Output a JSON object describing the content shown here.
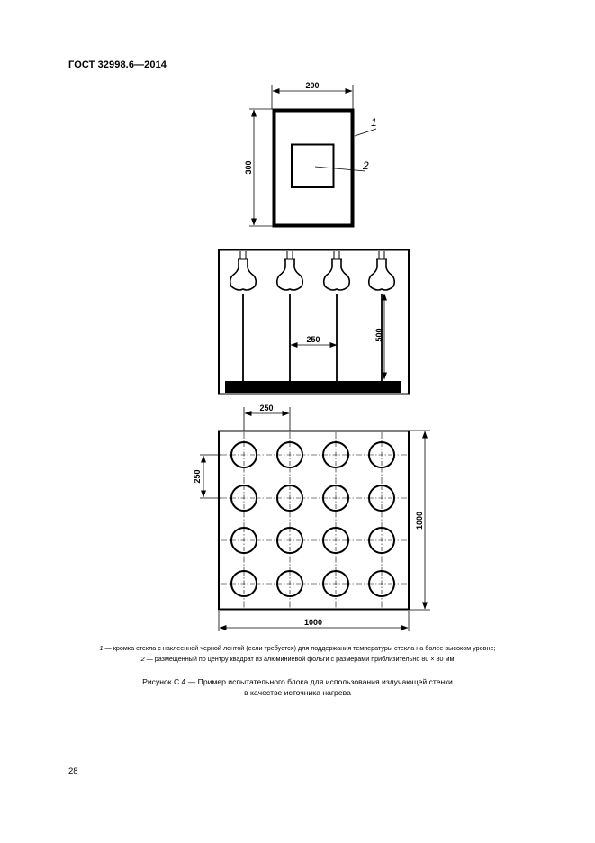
{
  "document": {
    "header": "ГОСТ 32998.6—2014",
    "page_number": "28"
  },
  "figure": {
    "top_view": {
      "dim_width": "200",
      "dim_height": "300",
      "callout_1": "1",
      "callout_2": "2"
    },
    "side_view": {
      "dim_spacing": "250",
      "dim_height": "500"
    },
    "plan_view": {
      "dim_spacing_x": "250",
      "dim_spacing_y": "250",
      "dim_height": "1000",
      "dim_width": "1000"
    }
  },
  "legend": {
    "item1_num": "1",
    "item1_text": " — кромка стекла с наклеенной черной лентой (если требуется) для поддержания температуры стекла на более высоком уровне;",
    "item2_num": "2",
    "item2_text": " — размещенный по центру квадрат из алюминиевой фольги с размерами приблизительно 80 × 80 мм"
  },
  "caption": {
    "line1": "Рисунок С.4 — Пример испытательного блока для использования излучающей стенки",
    "line2": "в качестве источника нагрева"
  }
}
